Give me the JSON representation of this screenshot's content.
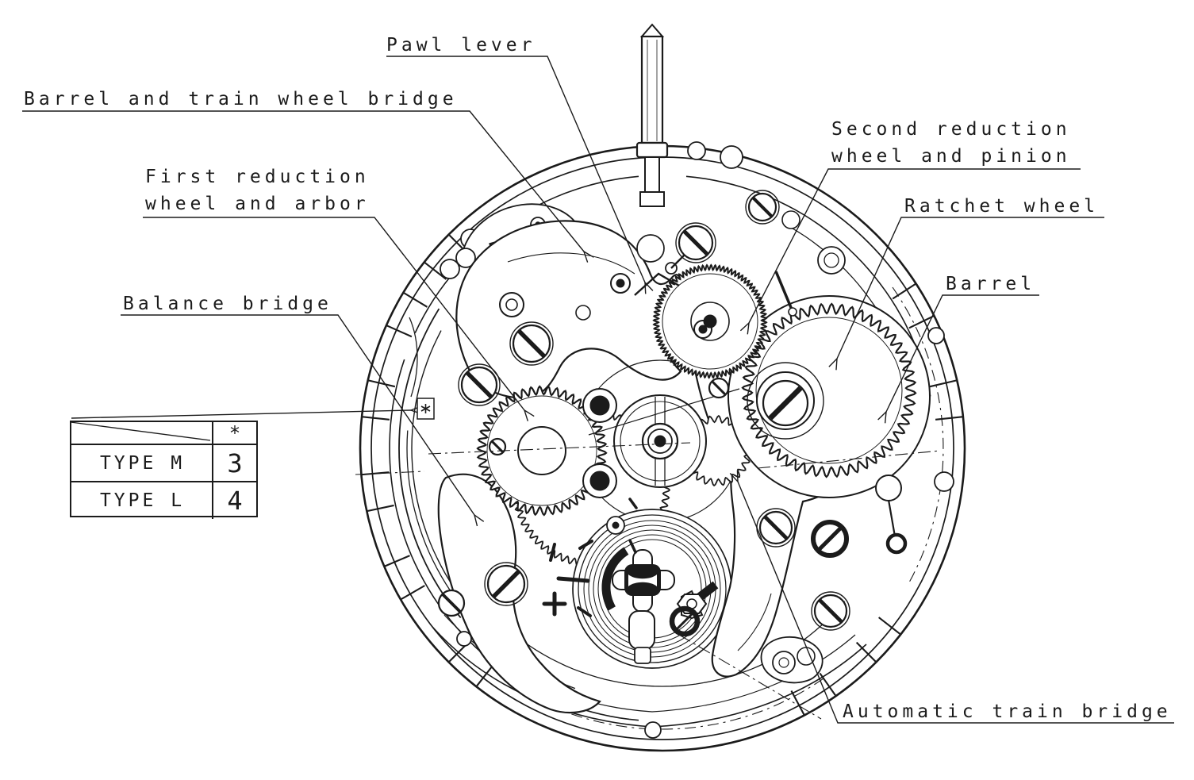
{
  "diagram": {
    "subject": "automatic watch movement technical drawing, top view",
    "labels": [
      {
        "id": "pawl-lever",
        "text": "Pawl lever"
      },
      {
        "id": "barrel-and-train-wheel-bridge",
        "text": "Barrel and train wheel bridge"
      },
      {
        "id": "first-reduction-wheel-and-arbor",
        "line1": "First reduction",
        "line2": "wheel and arbor"
      },
      {
        "id": "balance-bridge",
        "text": "Balance bridge"
      },
      {
        "id": "second-reduction-wheel-and-pinion",
        "line1": "Second reduction",
        "line2": "wheel and pinion"
      },
      {
        "id": "ratchet-wheel",
        "text": "Ratchet wheel"
      },
      {
        "id": "barrel",
        "text": "Barrel"
      },
      {
        "id": "automatic-train-bridge",
        "text": "Automatic train bridge"
      }
    ],
    "table": {
      "header_symbol": "*",
      "rows": [
        {
          "label": "TYPE M",
          "value": "3"
        },
        {
          "label": "TYPE L",
          "value": "4"
        }
      ]
    },
    "icons": {
      "asterisk_marker": "*",
      "plus_mark": "+",
      "minus_mark": "−"
    },
    "colors": {
      "line": "#1b1b1b",
      "background": "#ffffff"
    }
  }
}
